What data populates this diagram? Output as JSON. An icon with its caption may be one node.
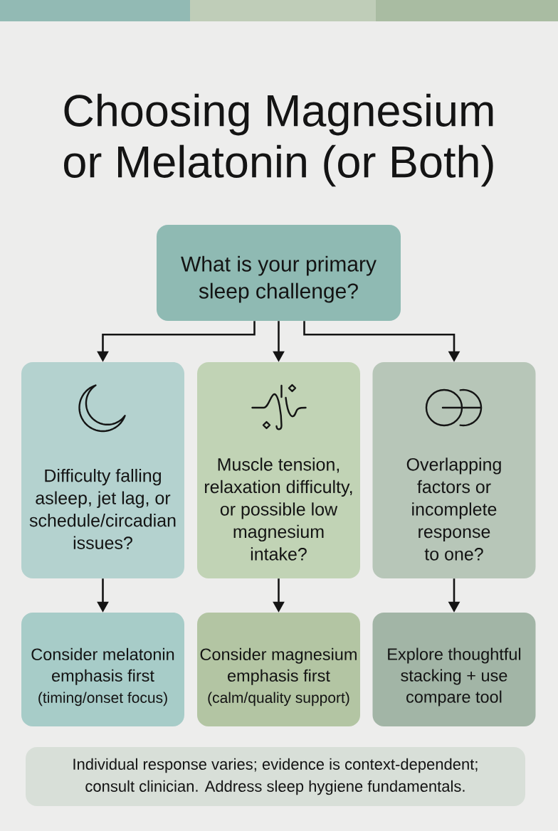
{
  "diagram": {
    "title": "Choosing Magnesium or Melatonin (or Both)",
    "nodes": [
      {
        "text": [
          "What is your primary sleep challenge?"
        ]
      },
      {
        "text": [
          "Difficulty falling asleep, jet lag, or schedule/circadian issues?"
        ]
      },
      {
        "text": [
          "Muscle tension, relaxation difficulty, or possible low magnesium intake?"
        ]
      },
      {
        "text": [
          "Overlapping factors or incomplete response to one?"
        ]
      },
      {
        "text": [
          "Consider melatonin emphasis first",
          "(timing/onset focus)"
        ]
      },
      {
        "text": [
          "Consider magnesium emphasis first",
          "(calm/quality support)"
        ]
      },
      {
        "text": [
          "Explore thoughtful stacking + use compare tool"
        ]
      },
      {
        "text": [
          "Individual response varies; evidence is context-dependent; consult clinician. Address sleep hygiene fundamentals."
        ]
      }
    ],
    "edges": [
      {
        "from": 0,
        "to": 1,
        "arrow": "to"
      },
      {
        "from": 0,
        "to": 2,
        "arrow": "to"
      },
      {
        "from": 0,
        "to": 3,
        "arrow": "to"
      },
      {
        "from": 1,
        "to": 4,
        "arrow": "to"
      },
      {
        "from": 2,
        "to": 5,
        "arrow": "to"
      },
      {
        "from": 3,
        "to": 6,
        "arrow": "to"
      }
    ]
  }
}
